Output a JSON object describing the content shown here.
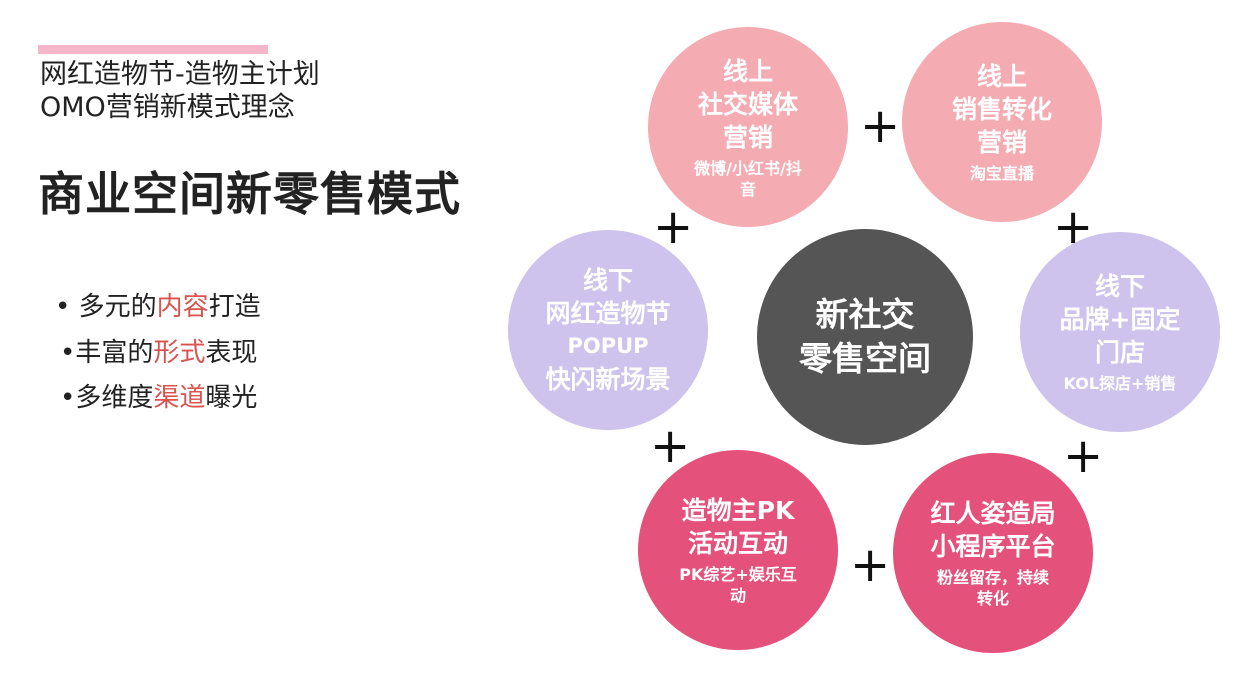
{
  "header": {
    "subtitle_line1": "网红造物节-造物主计划",
    "subtitle_line2": "OMO营销新模式理念",
    "title": "商业空间新零售模式"
  },
  "bullets": [
    {
      "prefix": "• 多元的",
      "highlight": "内容",
      "suffix": "打造"
    },
    {
      "prefix": "•丰富的",
      "highlight": "形式",
      "suffix": "表现"
    },
    {
      "prefix": "•多维度",
      "highlight": "渠道",
      "suffix": "曝光"
    }
  ],
  "diagram": {
    "center": {
      "line1": "新社交",
      "line2": "零售空间"
    },
    "nodes": {
      "online_social": {
        "lines": [
          "线上",
          "社交媒体",
          "营销"
        ],
        "sub": [
          "微博/小红书/抖",
          "音"
        ]
      },
      "online_sales": {
        "lines": [
          "线上",
          "销售转化",
          "营销"
        ],
        "sub": [
          "淘宝直播"
        ]
      },
      "offline_festival": {
        "lines": [
          "线下",
          "网红造物节",
          "POPUP",
          "快闪新场景"
        ]
      },
      "offline_store": {
        "lines": [
          "线下",
          "品牌+固定",
          "门店"
        ],
        "sub": [
          "KOL探店+销售"
        ]
      },
      "creator_pk": {
        "lines": [
          "造物主PK",
          "活动互动"
        ],
        "sub": [
          "PK综艺+娱乐互",
          "动"
        ]
      },
      "miniprogram": {
        "lines": [
          "红人姿造局",
          "小程序平台"
        ],
        "sub": [
          "粉丝留存，持续",
          "转化"
        ]
      }
    },
    "plus_symbol": "+"
  },
  "colors": {
    "accent_bar": "#f4b6c8",
    "highlight": "#d9534f",
    "pink": "#f4abb2",
    "lavender": "#cdc3ec",
    "red": "#e4527b",
    "center": "#555555"
  }
}
